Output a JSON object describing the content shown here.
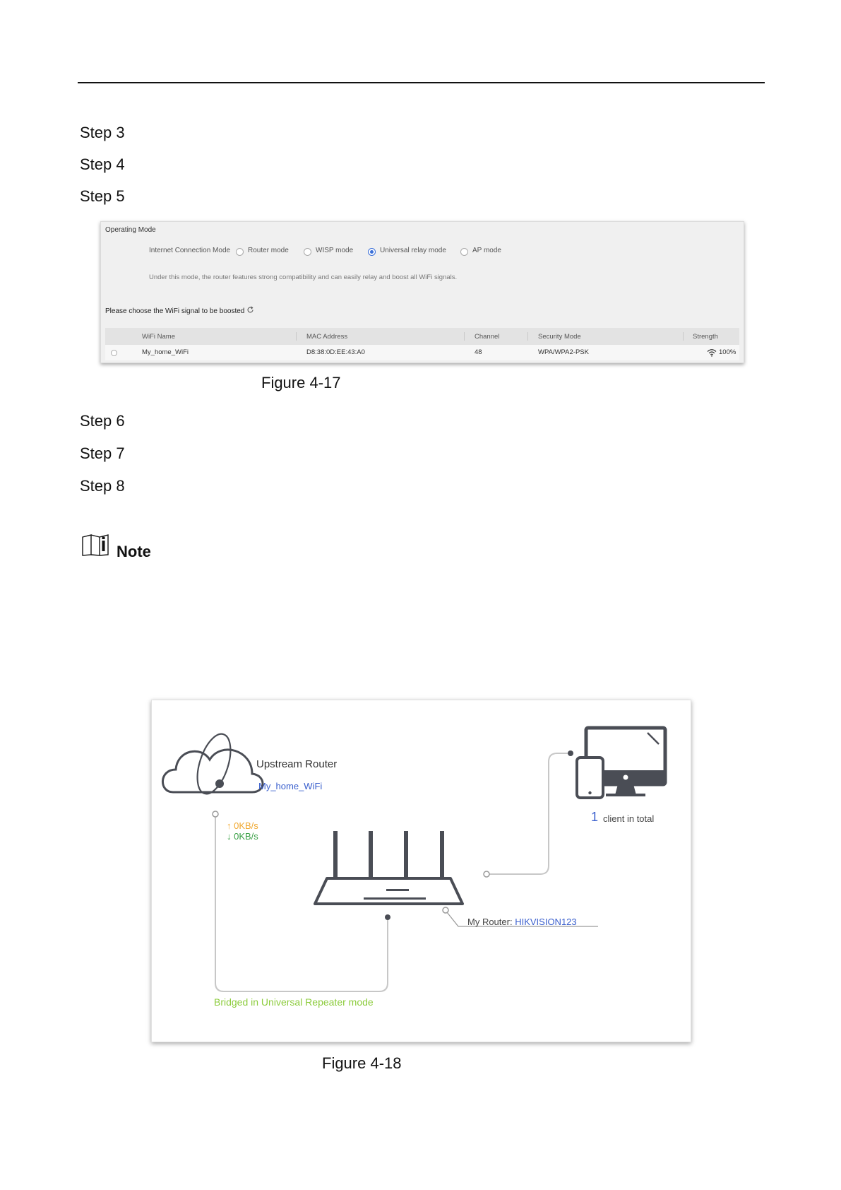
{
  "steps_a": [
    "Step 3",
    "Step 4",
    "Step 5"
  ],
  "steps_b": [
    "Step 6",
    "Step 7",
    "Step 8"
  ],
  "figure17": {
    "caption": "Figure 4-17",
    "title": "Operating Mode",
    "connection_mode_label": "Internet Connection Mode",
    "modes": [
      {
        "label": "Router mode",
        "selected": false
      },
      {
        "label": "WISP mode",
        "selected": false
      },
      {
        "label": "Universal relay mode",
        "selected": true
      },
      {
        "label": "AP mode",
        "selected": false
      }
    ],
    "description": "Under this mode, the router features strong compatibility and can easily relay and boost all WiFi signals.",
    "prompt": "Please choose the WiFi signal to be boosted",
    "columns": [
      "WiFi Name",
      "MAC Address",
      "Channel",
      "Security Mode",
      "Strength"
    ],
    "row": {
      "wifi_name": "My_home_WiFi",
      "mac": "D8:38:0D:EE:43:A0",
      "channel": "48",
      "security": "WPA/WPA2-PSK",
      "strength": "100%"
    }
  },
  "note": {
    "label": "Note"
  },
  "figure18": {
    "caption": "Figure 4-18",
    "upstream_title": "Upstream Router",
    "upstream_ssid": "My_home_WiFi",
    "upload_speed": "↑ 0KB/s",
    "download_speed": "↓ 0KB/s",
    "client_count": "1",
    "client_label": "client in total",
    "router_label": "My Router:",
    "router_name": "HIKVISION123",
    "bridge_status": "Bridged in Universal Repeater mode",
    "colors": {
      "link_blue": "#3a5fcd",
      "upload_orange": "#f0a830",
      "download_green": "#3aa046",
      "bridge_green": "#8ccc3c",
      "icon_gray": "#4a4d55"
    }
  }
}
